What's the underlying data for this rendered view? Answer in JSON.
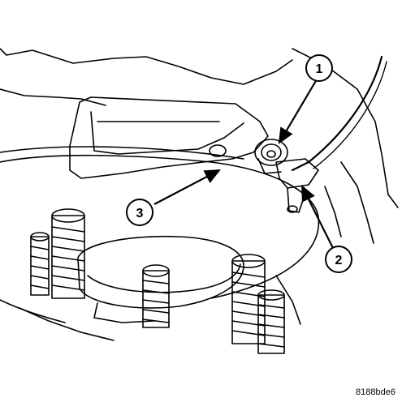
{
  "callouts": [
    {
      "label": "1"
    },
    {
      "label": "2"
    },
    {
      "label": "3"
    }
  ],
  "figure_ref": "8188bde6"
}
